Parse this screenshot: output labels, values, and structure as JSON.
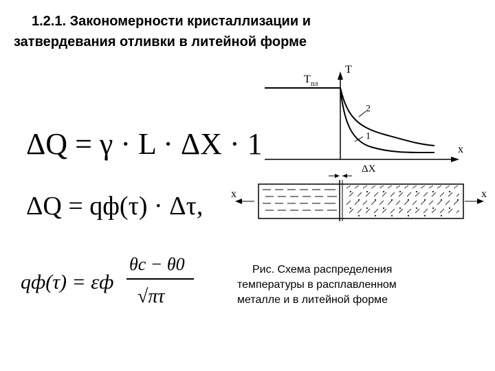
{
  "title": {
    "line1": "1.2.1. Закономерности кристаллизации и",
    "line2": "затвердевания  отливки в литейной форме"
  },
  "formulas": {
    "f1": "ΔQ = γ · L · ΔX · 1",
    "f2": "ΔQ = qф(τ) · Δτ,",
    "f3_lhs": "qф(τ) = εф",
    "f3_num": "θс − θ0",
    "f3_den": "√πτ"
  },
  "diagram": {
    "t_melt_label": "T",
    "t_melt_sub": "пл",
    "t_axis_label": "T",
    "x_axis_label": "x",
    "curve2_label": "2",
    "curve1_label": "1",
    "dx_label": "ΔX",
    "left_x_label": "x",
    "right_x_label": "x"
  },
  "caption": {
    "line1": "Рис. Схема распределения",
    "line2": "температуры в расплавленном",
    "line3": "металле и в литейной форме"
  }
}
